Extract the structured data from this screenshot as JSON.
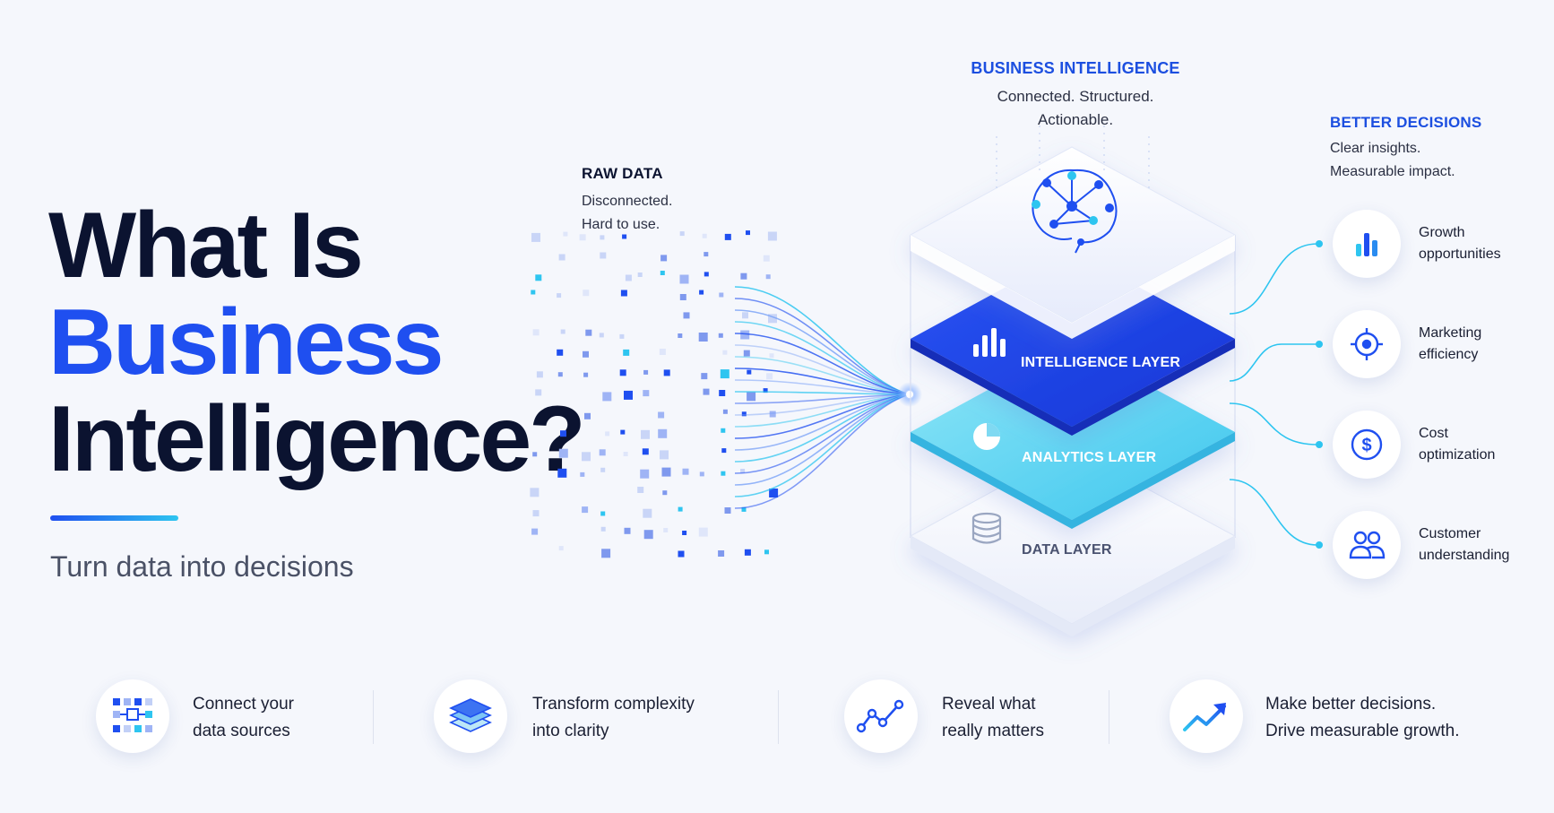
{
  "hero": {
    "line1": "What Is",
    "line2": "Business",
    "line3": "Intelligence?",
    "subtitle": "Turn data into decisions"
  },
  "raw_data": {
    "title": "RAW DATA",
    "line1": "Disconnected.",
    "line2": "Hard to use."
  },
  "bi": {
    "title": "BUSINESS INTELLIGENCE",
    "line1": "Connected. Structured.",
    "line2": "Actionable."
  },
  "layers": {
    "intelligence": "INTELLIGENCE LAYER",
    "analytics": "ANALYTICS LAYER",
    "data": "DATA LAYER"
  },
  "better": {
    "title": "BETTER DECISIONS",
    "line1": "Clear insights.",
    "line2": "Measurable impact."
  },
  "outcomes": [
    {
      "line1": "Growth",
      "line2": "opportunities",
      "icon": "bar-chart-icon"
    },
    {
      "line1": "Marketing",
      "line2": "efficiency",
      "icon": "target-icon"
    },
    {
      "line1": "Cost",
      "line2": "optimization",
      "icon": "dollar-icon"
    },
    {
      "line1": "Customer",
      "line2": "understanding",
      "icon": "users-icon"
    }
  ],
  "steps": [
    {
      "line1": "Connect your",
      "line2": "data sources",
      "icon": "data-sources-icon"
    },
    {
      "line1": "Transform complexity",
      "line2": "into clarity",
      "icon": "layers-icon"
    },
    {
      "line1": "Reveal what",
      "line2": "really matters",
      "icon": "line-chart-icon"
    },
    {
      "line1": "Make better decisions.",
      "line2": "Drive measurable growth.",
      "icon": "trend-up-icon"
    }
  ],
  "colors": {
    "accent_blue": "#1f4ff0",
    "accent_cyan": "#2ec5f0",
    "dark_text": "#0b1330"
  }
}
